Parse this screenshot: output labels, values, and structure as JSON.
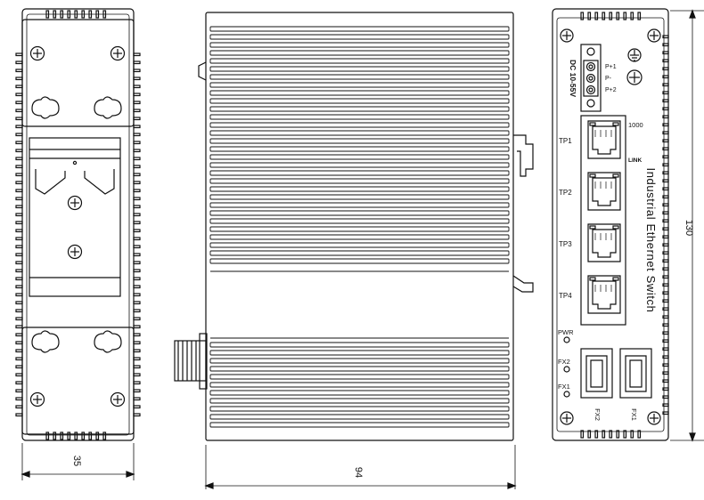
{
  "dimensions": {
    "width_side": "35",
    "width_profile": "94",
    "height_front": "130"
  },
  "front_panel": {
    "power_label": "DC 10-55V",
    "terminal_labels": [
      "P+1",
      "P-",
      "P+2"
    ],
    "ports": [
      "TP1",
      "TP2",
      "TP3",
      "TP4"
    ],
    "speed_label": "1000",
    "link_label": "LINK",
    "product_name": "Industrial Ethernet Switch",
    "leds": [
      "PWR",
      "FX2",
      "FX1"
    ],
    "fiber_ports": [
      "FX2",
      "FX1"
    ]
  },
  "colors": {
    "line": "#111111",
    "background": "#ffffff"
  }
}
